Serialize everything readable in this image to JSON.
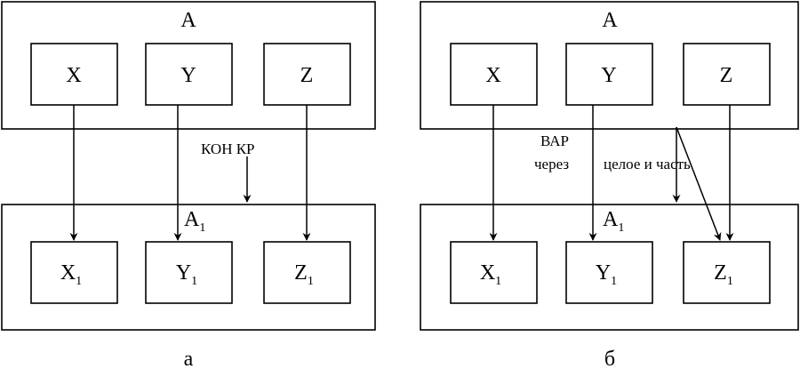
{
  "diagram_a": {
    "top_label": "A",
    "top_items": [
      "X",
      "Y",
      "Z"
    ],
    "bottom_label": "A",
    "bottom_label_sub": "1",
    "bottom_items": [
      {
        "base": "X",
        "sub": "1"
      },
      {
        "base": "Y",
        "sub": "1"
      },
      {
        "base": "Z",
        "sub": "1"
      }
    ],
    "relation_label": "КОН КР",
    "caption": "а"
  },
  "diagram_b": {
    "top_label": "A",
    "top_items": [
      "X",
      "Y",
      "Z"
    ],
    "bottom_label": "A",
    "bottom_label_sub": "1",
    "bottom_items": [
      {
        "base": "X",
        "sub": "1"
      },
      {
        "base": "Y",
        "sub": "1"
      },
      {
        "base": "Z",
        "sub": "1"
      }
    ],
    "relation_label_1": "ВАР",
    "relation_label_2": "через",
    "relation_label_3": "целое и часть",
    "caption": "б"
  },
  "colors": {
    "stroke": "#000000",
    "background": "#ffffff"
  }
}
